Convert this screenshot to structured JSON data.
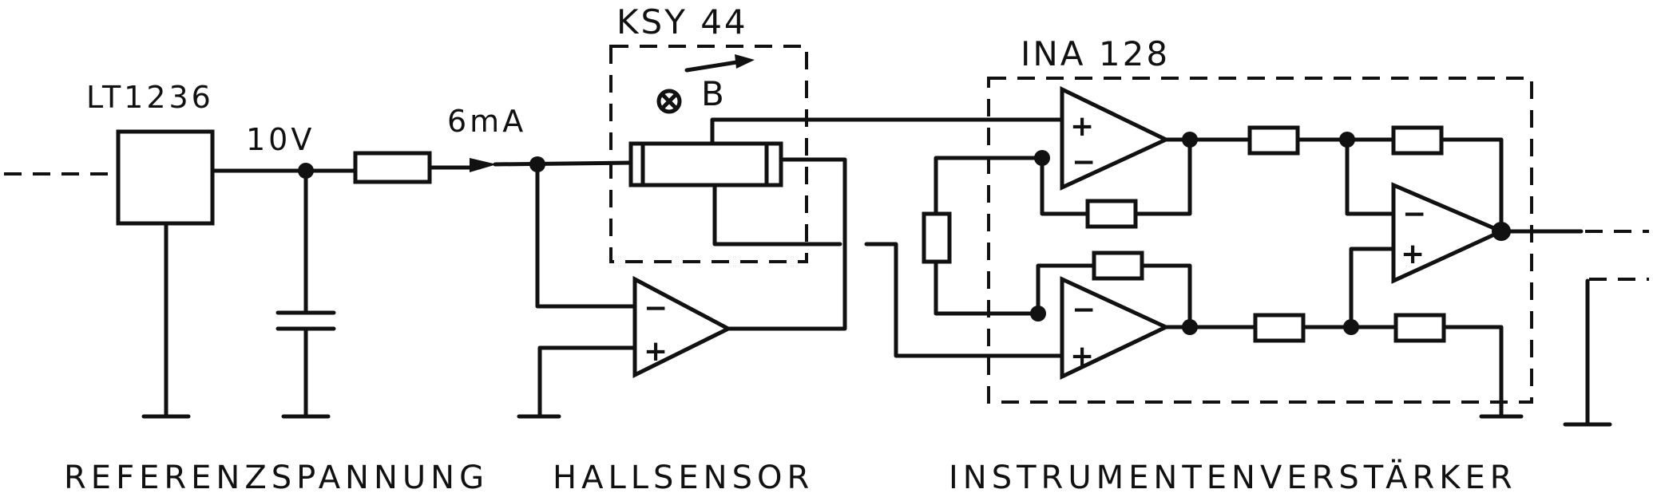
{
  "labels": {
    "ref_ic": "LT1236",
    "ref_voltage": "10V",
    "current": "6mA",
    "hall_ic": "KSY 44",
    "field": "B",
    "amp_ic": "INA 128"
  },
  "sections": {
    "reference": "REFERENZSPANNUNG",
    "hall": "HALLSENSOR",
    "amplifier": "INSTRUMENTENVERSTÄRKER"
  },
  "opamp_signs": {
    "minus": "−",
    "plus": "+"
  }
}
